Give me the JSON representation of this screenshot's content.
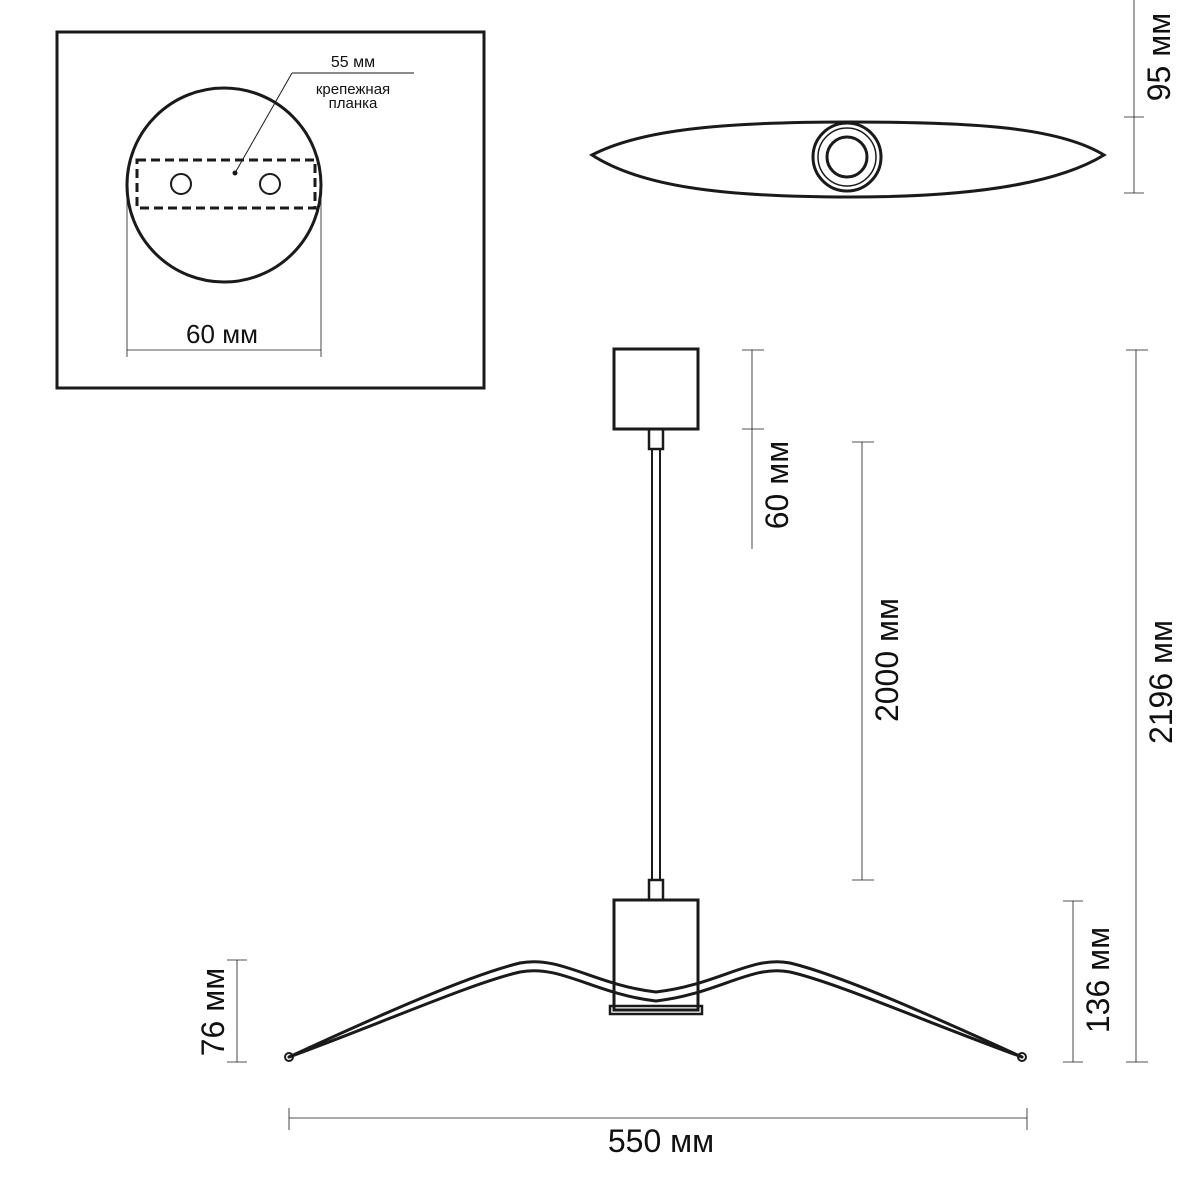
{
  "inset": {
    "width_label": "55 мм",
    "plate_label_line1": "крепежная",
    "plate_label_line2": "планка",
    "diameter_label": "60 мм"
  },
  "top_view": {
    "depth_label": "95 мм"
  },
  "side_view": {
    "canopy_height_label": "60 мм",
    "cable_length_label": "2000 мм",
    "total_height_label": "2196 мм",
    "shade_height_label": "136 мм",
    "wing_height_label": "76 мм",
    "width_label": "550 мм"
  }
}
